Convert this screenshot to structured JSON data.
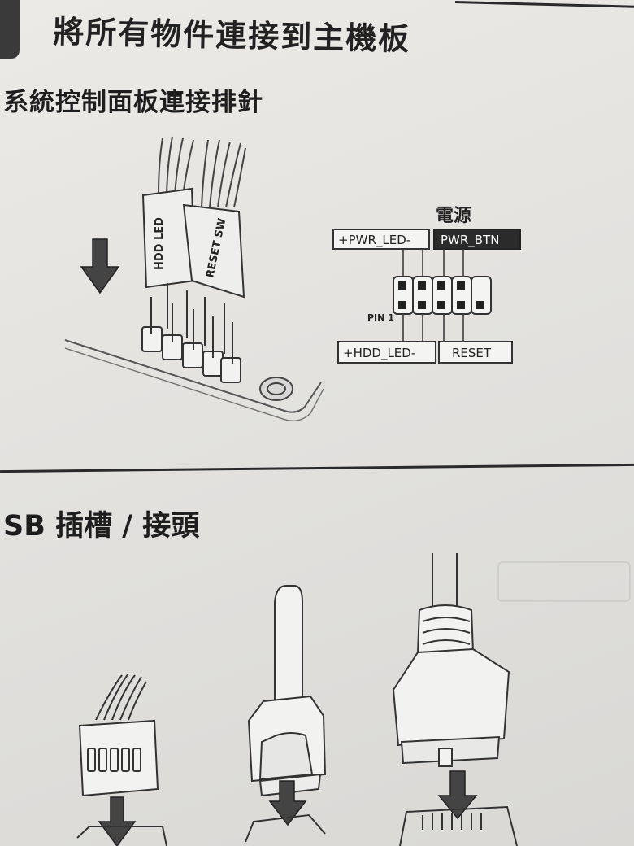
{
  "document": {
    "main_title": "將所有物件連接到主機板",
    "section_front_panel": {
      "title": "系統控制面板連接排針",
      "connector_labels": [
        "HDD LED",
        "RESET SW"
      ],
      "power_group_label": "電源",
      "pin_labels": {
        "pwr_led": "+PWR_LED-",
        "pwr_btn": "PWR_BTN",
        "hdd_led": "+HDD_LED-",
        "reset": "RESET",
        "pin1": "PIN 1"
      }
    },
    "section_usb": {
      "title": "SB 插槽 / 接頭"
    }
  },
  "colors": {
    "paper": "#e4e4e2",
    "ink": "#1a1a1a",
    "label_dark_bg": "#2b2b2b",
    "label_dark_text": "#ffffff"
  },
  "icons": [
    "down-arrow-icon",
    "header-pins-diagram",
    "usb-connector-diagram"
  ]
}
